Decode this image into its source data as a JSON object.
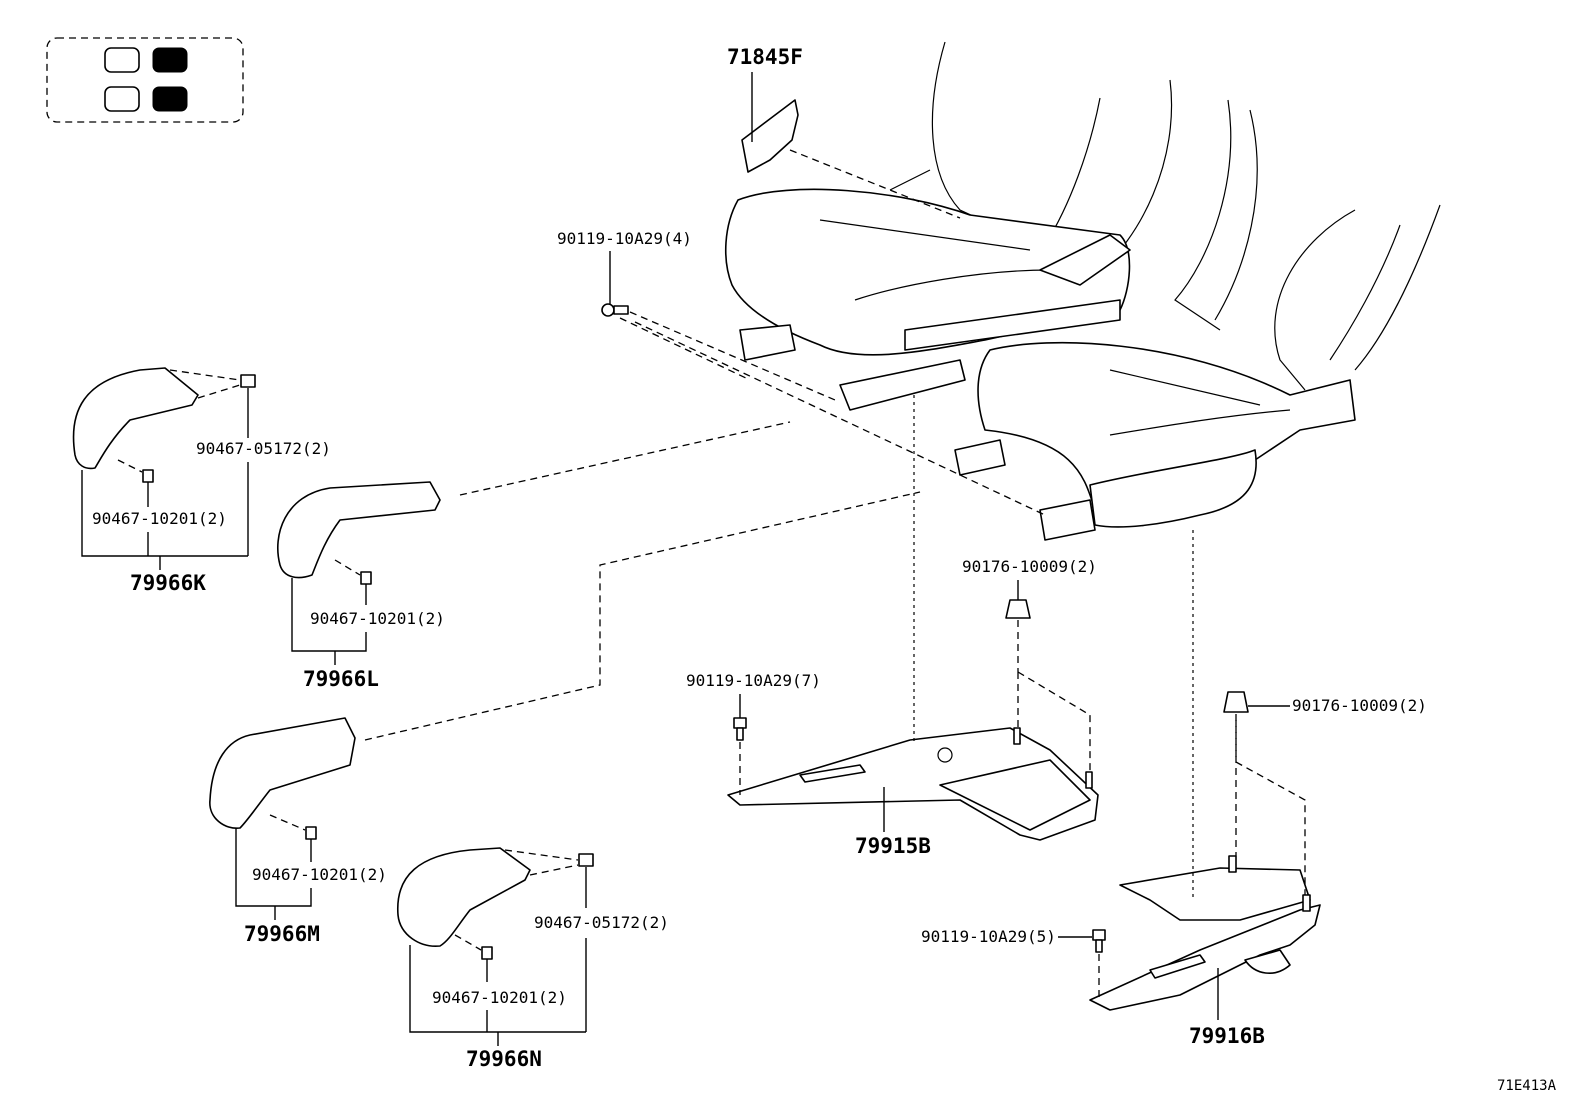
{
  "diagram_id": "71E413A",
  "callouts": {
    "p71845F": "71845F",
    "p90119_4": "90119-10A29(4)",
    "p90467_05172_a": "90467-05172(2)",
    "p90467_10201_a": "90467-10201(2)",
    "p79966K": "79966K",
    "p90467_10201_b": "90467-10201(2)",
    "p79966L": "79966L",
    "p90176_a": "90176-10009(2)",
    "p90119_7": "90119-10A29(7)",
    "p79915B": "79915B",
    "p90176_b": "90176-10009(2)",
    "p90467_10201_c": "90467-10201(2)",
    "p79966M": "79966M",
    "p90467_05172_b": "90467-05172(2)",
    "p90467_10201_d": "90467-10201(2)",
    "p79966N": "79966N",
    "p90119_5": "90119-10A29(5)",
    "p79916B": "79916B"
  },
  "legend": {
    "rows": [
      [
        "outline",
        "filled"
      ],
      [
        "outline",
        "filled"
      ]
    ]
  },
  "colors": {
    "ink": "#000000",
    "paper": "#ffffff"
  }
}
